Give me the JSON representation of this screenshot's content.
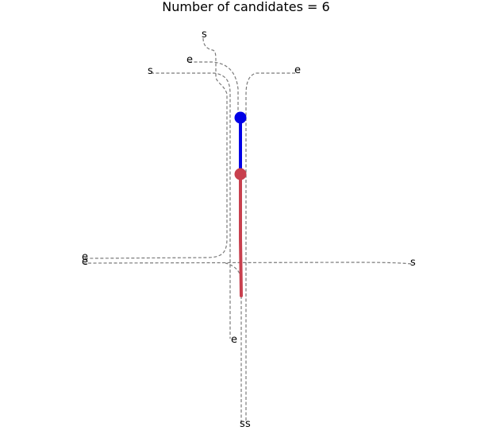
{
  "title": "Number of candidates = 6",
  "labels": {
    "start": "s",
    "end": "e"
  },
  "colors": {
    "candidate": "#7a7a7a",
    "blue_track": "#0000e6",
    "red_track": "#c8404e"
  }
}
